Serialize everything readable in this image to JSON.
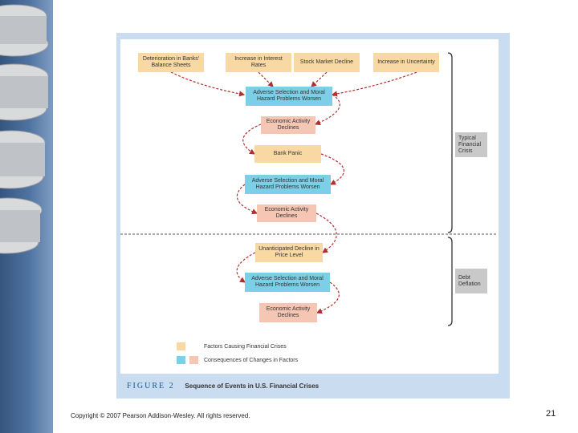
{
  "factors": [
    "Deterioration in Banks' Balance Sheets",
    "Increase in Interest Rates",
    "Stock Market Decline",
    "Increase in Uncertainty"
  ],
  "chain": [
    "Adverse Selection and Moral Hazard Problems Worsen",
    "Economic Activity Declines",
    "Bank Panic",
    "Adverse Selection and Moral Hazard Problems Worsen",
    "Economic Activity Declines",
    "Unanticipated Decline in Price Level",
    "Adverse Selection and Moral Hazard Problems Worsen",
    "Economic Activity Declines"
  ],
  "stages": {
    "typical": "Typical Financial Crisis",
    "debt": "Debt Deflation"
  },
  "legend": {
    "factors": "Factors Causing Financial Crises",
    "consequences": "Consequences of Changes in Factors"
  },
  "colors": {
    "factor": "#f9d9a3",
    "consequence_blue": "#7ccfe6",
    "consequence_pink": "#f5c6b4",
    "arrow": "#b32d2d",
    "stage": "#c9c9c9"
  },
  "caption": {
    "figure": "FIGURE 2",
    "title": "Sequence of Events in U.S. Financial Crises"
  },
  "footer": {
    "copyright": "Copyright © 2007 Pearson Addison-Wesley. All rights reserved.",
    "page": "21"
  }
}
